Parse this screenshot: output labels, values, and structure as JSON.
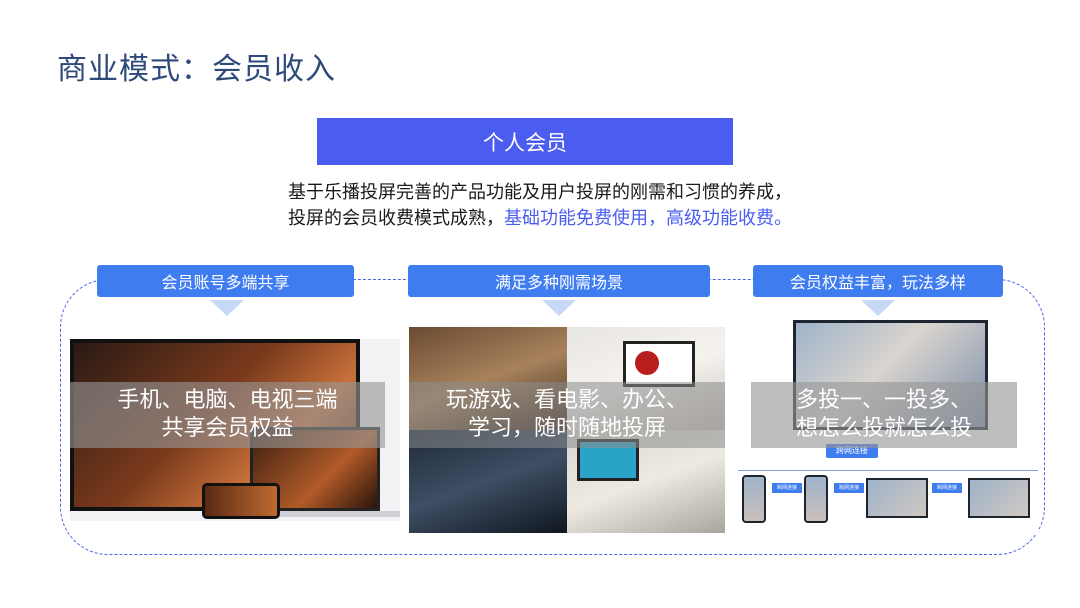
{
  "page": {
    "title": "商业模式：会员收入",
    "member_label": "个人会员",
    "desc_line1": "基于乐播投屏完善的产品功能及用户投屏的刚需和习惯的养成，",
    "desc_line2_plain": "投屏的会员收费模式成熟，",
    "desc_line2_highlight": "基础功能免费使用，高级功能收费。"
  },
  "features": [
    {
      "tag": "会员账号多端共享",
      "overlay_line1": "手机、电脑、电视三端",
      "overlay_line2": "共享会员权益"
    },
    {
      "tag": "满足多种刚需场景",
      "overlay_line1": "玩游戏、看电影、办公、",
      "overlay_line2": "学习，随时随地投屏"
    },
    {
      "tag": "会员权益丰富，玩法多样",
      "overlay_line1": "多投一、一投多、",
      "overlay_line2": "想怎么投就怎么投"
    }
  ],
  "diagram_labels": {
    "cross_net_top": "跨网连接",
    "cross_net_small_1": "跨网连接",
    "cross_net_small_2": "跨网连接",
    "cross_net_small_3": "跨网连接"
  },
  "colors": {
    "accent": "#4b5cf0",
    "tag": "#3f7cf0",
    "title": "#2e4a7a",
    "dashed": "#4b63e6"
  }
}
